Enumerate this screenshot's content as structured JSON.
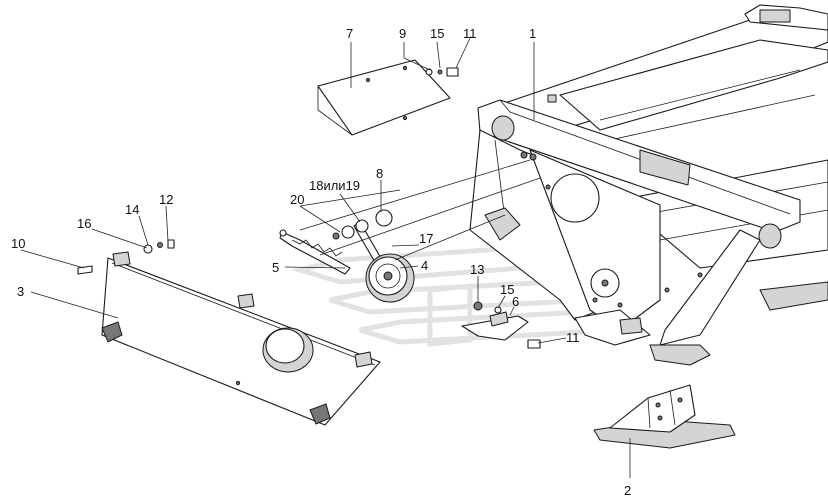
{
  "labels": {
    "l1": "1",
    "l2": "2",
    "l3": "3",
    "l4": "4",
    "l5": "5",
    "l6": "6",
    "l7": "7",
    "l8": "8",
    "l9": "9",
    "l10": "10",
    "l11a": "11",
    "l11b": "11",
    "l12": "12",
    "l13": "13",
    "l14": "14",
    "l15a": "15",
    "l15b": "15",
    "l16": "16",
    "l17": "17",
    "l18": "18или19",
    "l20": "20"
  }
}
